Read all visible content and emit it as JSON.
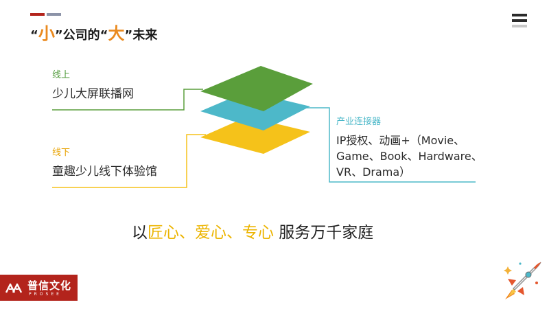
{
  "title": {
    "q1": "“",
    "small": "小",
    "q2": "”公司的“",
    "big": "大",
    "q3": "”未来"
  },
  "diagram": {
    "online_tag": "线上",
    "online_text": "少儿大屏联播网",
    "offline_tag": "线下",
    "offline_text": "童趣少儿线下体验馆",
    "connector_tag": "产业连接器",
    "connector_text": "IP授权、动画+（Movie、Game、Book、Hardware、VR、Drama）",
    "colors": {
      "green": "#5a9e3b",
      "blue": "#4db8c9",
      "yellow": "#f5c21a"
    }
  },
  "slogan": {
    "p1": "以",
    "h1": "匠心",
    "s1": "、",
    "h2": "爱心",
    "s2": "、",
    "h3": "专心",
    "p2": " 服务万千家庭"
  },
  "logo": {
    "cn": "普信文化",
    "en": "PROSEE",
    "color": "#b3241c"
  },
  "icons": {
    "menu": "hamburger-icon",
    "rocket": "rocket-icon"
  }
}
